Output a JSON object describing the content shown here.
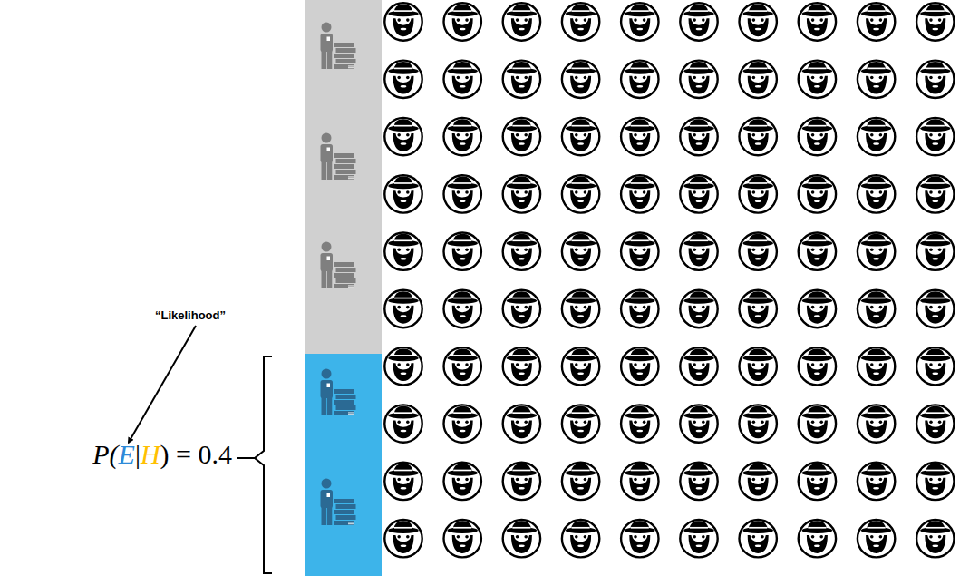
{
  "diagram": {
    "labels": [
      "“Likelihood”",
      "P(",
      "E",
      "|",
      "H",
      ") = 0.4"
    ]
  }
}
